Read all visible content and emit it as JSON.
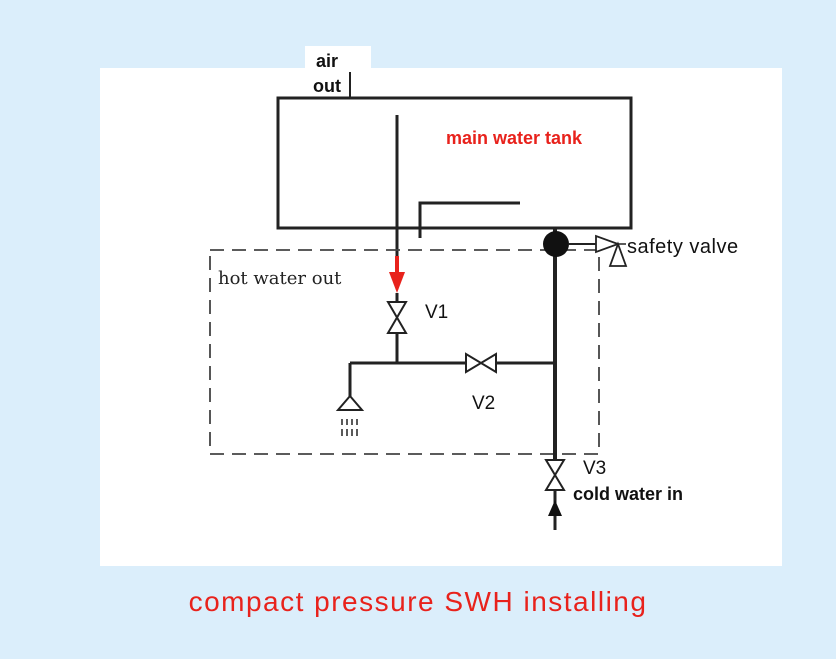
{
  "diagram": {
    "air_out_line1": "air",
    "air_out_line2": "out",
    "tank_label": "main water tank",
    "safety_valve_label": "safety valve",
    "hot_water_label": "hot water out",
    "v1_label": "V1",
    "v2_label": "V2",
    "v3_label": "V3",
    "cold_water_label": "cold water in"
  },
  "caption": "compact pressure SWH installing",
  "colors": {
    "background": "#dbeefb",
    "accent_red": "#e8221c",
    "line": "#222222"
  }
}
